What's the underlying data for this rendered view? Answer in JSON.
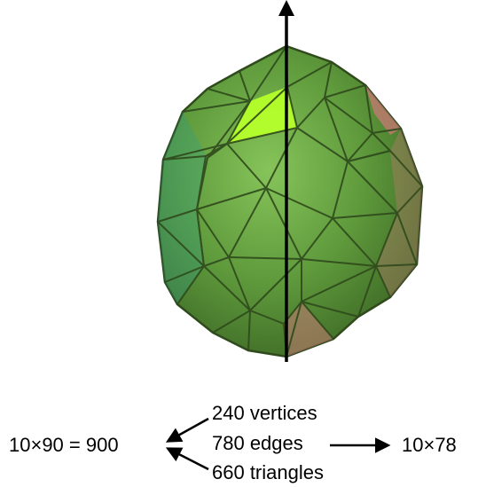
{
  "diagram": {
    "left_equation": "10×90 = 900",
    "vertices_label": "240 vertices",
    "edges_label": "780 edges",
    "triangles_label": "660 triangles",
    "right_result": "10×78"
  },
  "colors": {
    "polyhedron_fill": "#5f9a3c",
    "polyhedron_edges": "#2f4a1c",
    "highlight_face": "#b5ff2a",
    "tint_red": "#c97a76",
    "axis": "#000000"
  },
  "icons": {
    "axis_arrow": "arrow-up-icon",
    "pointer_arrows": "arrow-icon"
  }
}
